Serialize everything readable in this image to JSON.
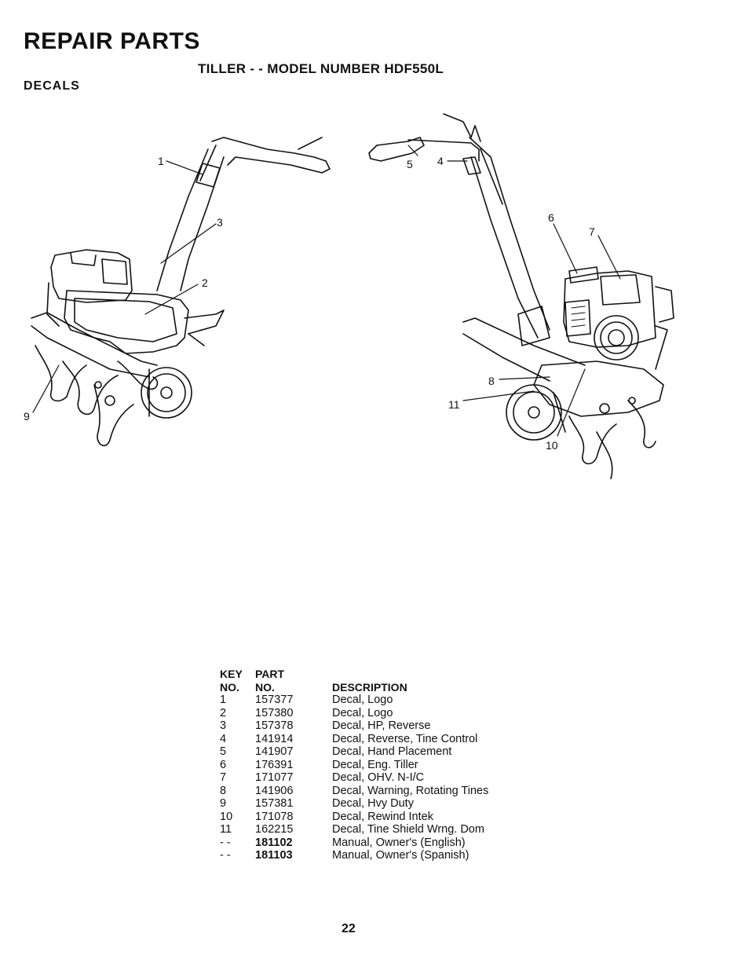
{
  "header": {
    "title": "REPAIR PARTS",
    "subtitle": "TILLER - - MODEL NUMBER HDF550L",
    "section": "DECALS"
  },
  "diagram": {
    "callouts": [
      "1",
      "2",
      "3",
      "4",
      "5",
      "6",
      "7",
      "8",
      "9",
      "10",
      "11"
    ]
  },
  "table": {
    "headers": {
      "key_top": "KEY",
      "key_bottom": "NO.",
      "part_top": "PART",
      "part_bottom": "NO.",
      "description": "DESCRIPTION"
    },
    "rows": [
      {
        "key": "1",
        "part": "157377",
        "desc": "Decal, Logo"
      },
      {
        "key": "2",
        "part": "157380",
        "desc": "Decal, Logo"
      },
      {
        "key": "3",
        "part": "157378",
        "desc": "Decal, HP, Reverse"
      },
      {
        "key": "4",
        "part": "141914",
        "desc": "Decal, Reverse, Tine Control"
      },
      {
        "key": "5",
        "part": "141907",
        "desc": "Decal, Hand Placement"
      },
      {
        "key": "6",
        "part": "176391",
        "desc": "Decal, Eng. Tiller"
      },
      {
        "key": "7",
        "part": "171077",
        "desc": "Decal, OHV. N-I/C"
      },
      {
        "key": "8",
        "part": "141906",
        "desc": "Decal, Warning, Rotating Tines"
      },
      {
        "key": "9",
        "part": "157381",
        "desc": "Decal, Hvy Duty"
      },
      {
        "key": "10",
        "part": "171078",
        "desc": "Decal, Rewind Intek"
      },
      {
        "key": "11",
        "part": "162215",
        "desc": "Decal, Tine Shield Wrng. Dom"
      },
      {
        "key": "- -",
        "part": "181102",
        "desc": "Manual, Owner's (English)"
      },
      {
        "key": "- -",
        "part": "181103",
        "desc": "Manual, Owner's (Spanish)"
      }
    ]
  },
  "footer": {
    "page_number": "22"
  }
}
